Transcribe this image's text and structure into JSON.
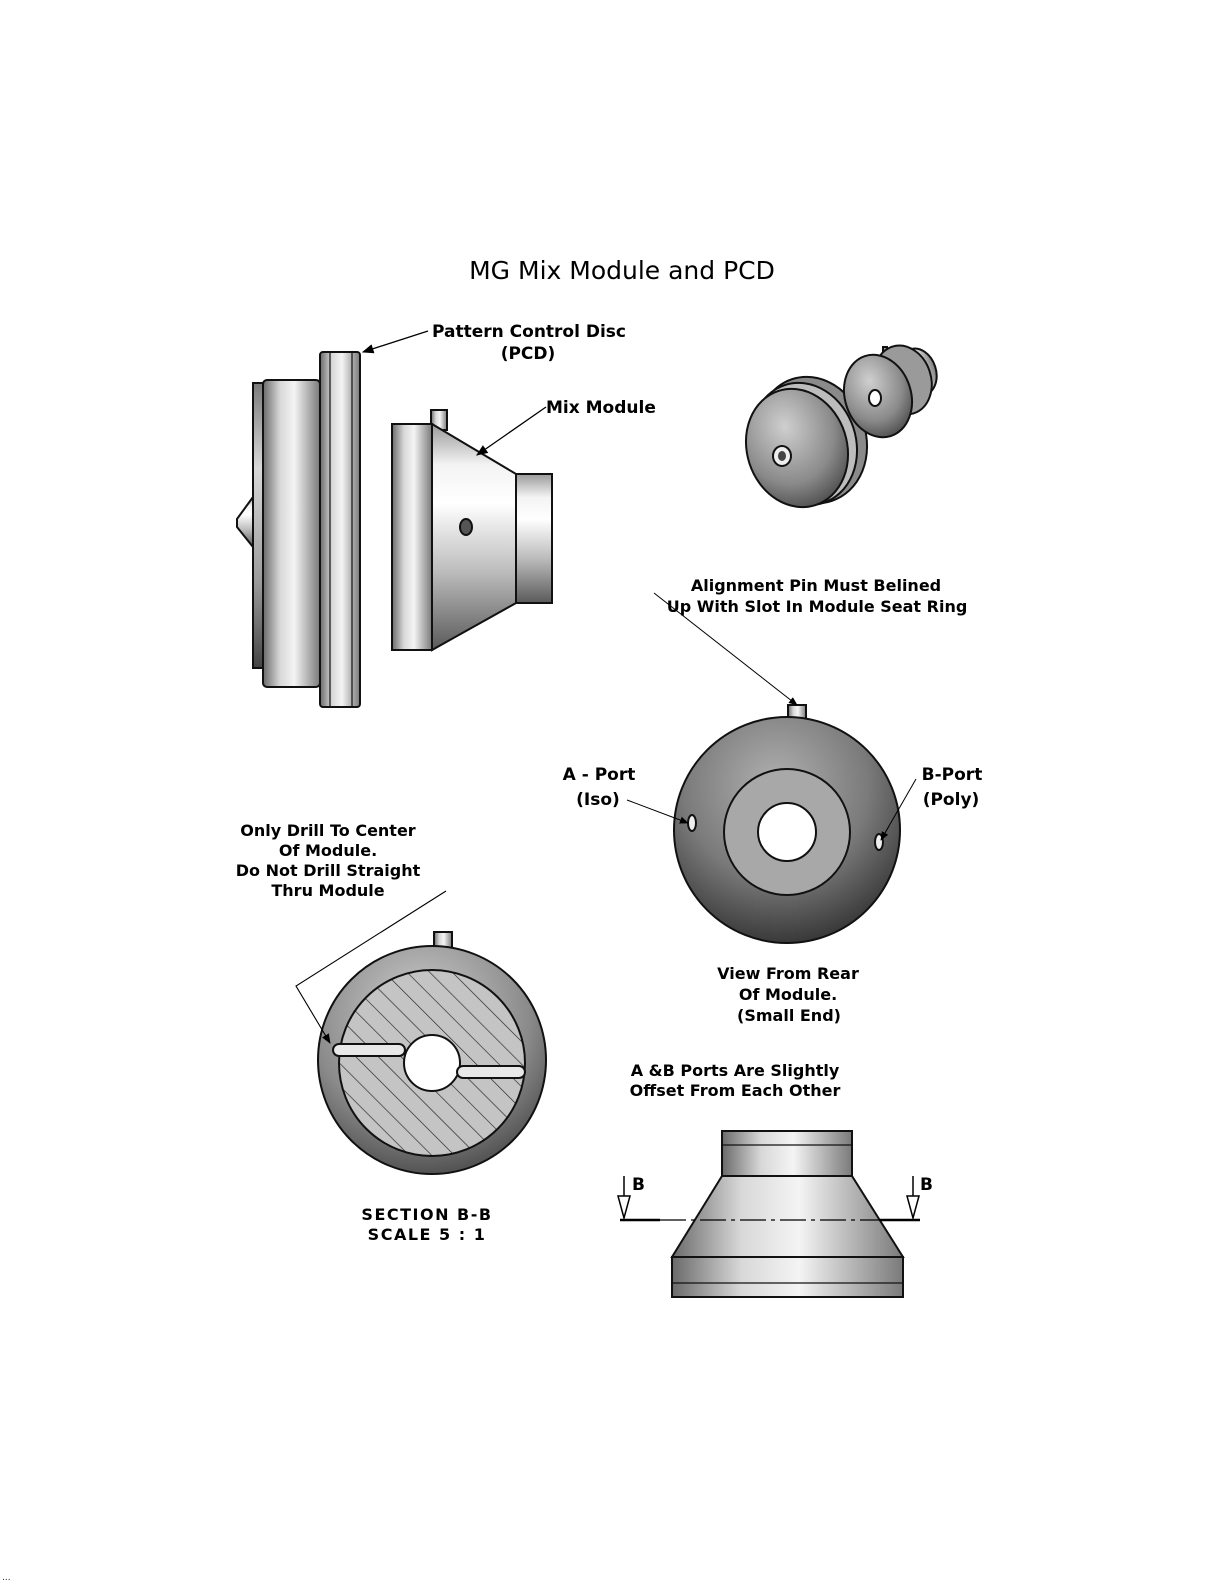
{
  "title": "MG Mix Module and PCD",
  "labels": {
    "pcd_line1": "Pattern Control Disc",
    "pcd_line2": "(PCD)",
    "mix_module": "Mix Module",
    "pin_line1": "Alignment Pin Must Belined",
    "pin_line2": "Up With Slot In Module Seat Ring",
    "a_port_line1": "A - Port",
    "a_port_line2": "(Iso)",
    "b_port_line1": "B-Port",
    "b_port_line2": "(Poly)",
    "drill_line1": "Only Drill To Center",
    "drill_line2": "Of Module.",
    "drill_line3": "Do Not Drill Straight",
    "drill_line4": "Thru Module",
    "rear_line1": "View From Rear",
    "rear_line2": "Of Module.",
    "rear_line3": "(Small End)",
    "offset_line1": "A &B Ports Are Slightly",
    "offset_line2": "Offset From Each Other",
    "section_line1": "SECTION B-B",
    "section_line2": "SCALE 5 : 1",
    "section_mark_left": "B",
    "section_mark_right": "B"
  },
  "corner_mark": "..."
}
